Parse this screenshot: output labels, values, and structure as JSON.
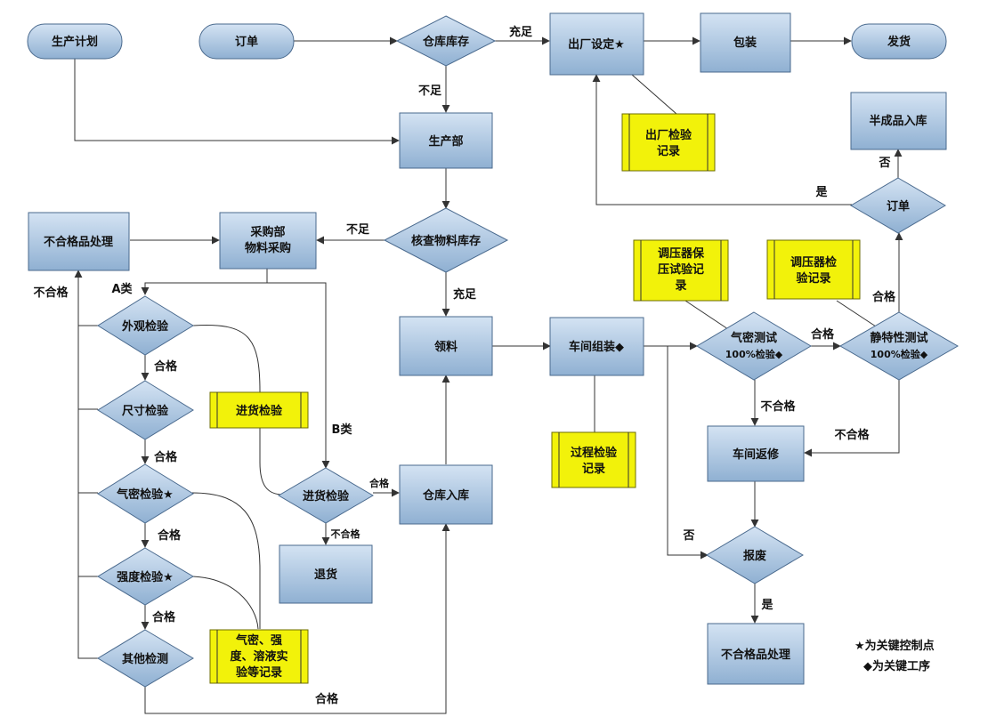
{
  "nodes": {
    "production_plan": "生产计划",
    "order_top": "订单",
    "warehouse_stock": "仓库库存",
    "factory_setting": "出厂设定★",
    "packaging": "包装",
    "shipping": "发货",
    "factory_inspection_record": [
      "出厂检验",
      "记录"
    ],
    "semi_finished_storage": "半成品入库",
    "production_dept": "生产部",
    "order_right": "订单",
    "nonconforming_top": "不合格品处理",
    "purchasing": [
      "采购部",
      "物料采购"
    ],
    "check_material_stock": "核查物料库存",
    "regulator_pressure_record": [
      "调压器保",
      "压试验记",
      "录"
    ],
    "regulator_inspection_record": [
      "调压器检",
      "验记录"
    ],
    "appearance_check": "外观检验",
    "picking": "领料",
    "workshop_assembly": "车间组装◆",
    "airtight_test": [
      "气密测试",
      "100%检验◆"
    ],
    "static_test": [
      "静特性测试",
      "100%检验◆"
    ],
    "size_check": "尺寸检验",
    "incoming_inspection_doc": "进货检验",
    "workshop_rework": "车间返修",
    "process_inspection_record": [
      "过程检验",
      "记录"
    ],
    "airtight_check": "气密检验★",
    "incoming_inspection": "进货检验",
    "warehouse_storage": "仓库入库",
    "return_goods": "退货",
    "scrap": "报废",
    "strength_check": "强度检验★",
    "other_check": "其他检测",
    "records_doc": [
      "气密、强",
      "度、溶液实",
      "验等记录"
    ],
    "nonconforming_bottom": "不合格品处理"
  },
  "edge_labels": {
    "sufficient_top": "充足",
    "insufficient_top": "不足",
    "no_top": "否",
    "yes_top": "是",
    "insufficient_mid": "不足",
    "unqualified_left": "不合格",
    "class_a": "A类",
    "sufficient_mid": "充足",
    "qualified_static": "合格",
    "qualified_air": "合格",
    "qualified_1": "合格",
    "class_b": "B类",
    "unqualified_rework": "不合格",
    "unqualified_static": "不合格",
    "qualified_2": "合格",
    "qualified_incoming": "合格",
    "unqualified_incoming": "不合格",
    "qualified_3": "合格",
    "no_scrap": "否",
    "qualified_4": "合格",
    "yes_scrap": "是",
    "qualified_bottom": "合格"
  },
  "legend": {
    "star": "★为关键控制点",
    "diamond": "◆为关键工序"
  }
}
